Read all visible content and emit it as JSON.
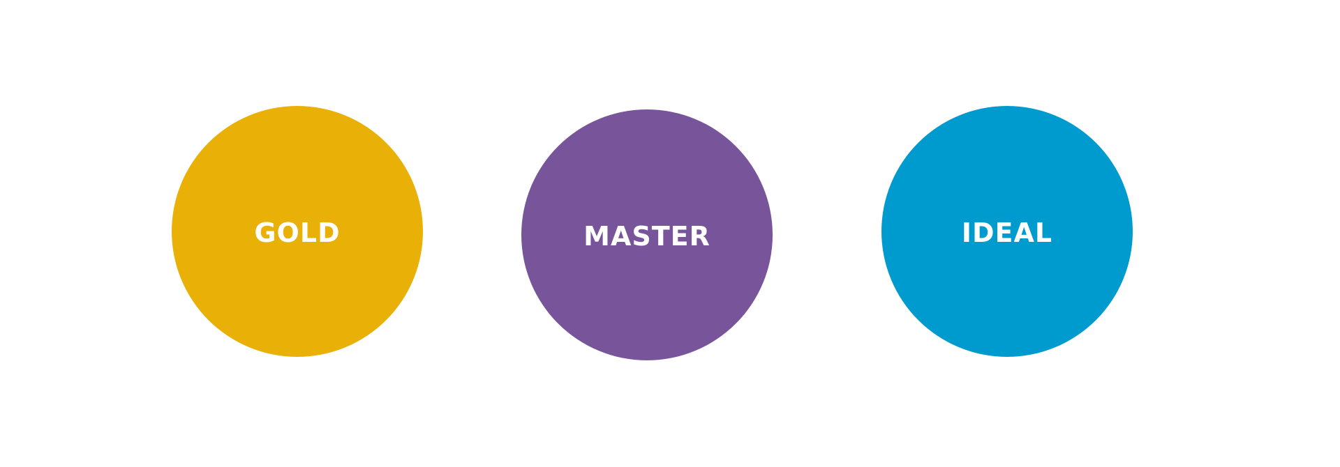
{
  "circles": [
    {
      "label": "GOLD",
      "color": "#E9B007"
    },
    {
      "label": "MASTER",
      "color": "#78559B"
    },
    {
      "label": "IDEAL",
      "color": "#009BCE"
    }
  ]
}
